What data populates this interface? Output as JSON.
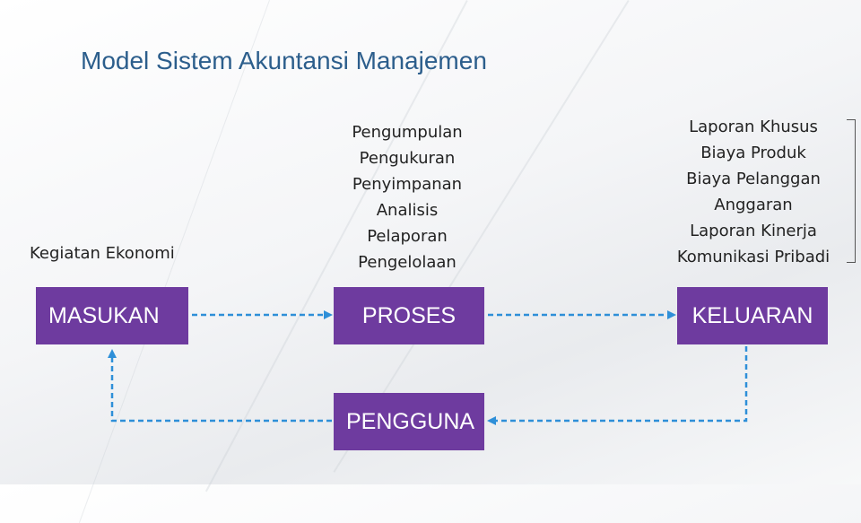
{
  "title": "Model Sistem Akuntansi Manajemen",
  "input_label": "Kegiatan Ekonomi",
  "process_items": [
    "Pengumpulan",
    "Pengukuran",
    "Penyimpanan",
    "Analisis",
    "Pelaporan",
    "Pengelolaan"
  ],
  "output_items": [
    "Laporan Khusus",
    "Biaya Produk",
    "Biaya Pelanggan",
    "Anggaran",
    "Laporan Kinerja",
    "Komunikasi Pribadi"
  ],
  "boxes": {
    "masukan": "MASUKAN",
    "proses": "PROSES",
    "keluaran": "KELUARAN",
    "pengguna": "PENGGUNA"
  },
  "colors": {
    "box": "#6e3b9f",
    "arrow": "#2e8fd8",
    "title": "#2c5e8c"
  }
}
